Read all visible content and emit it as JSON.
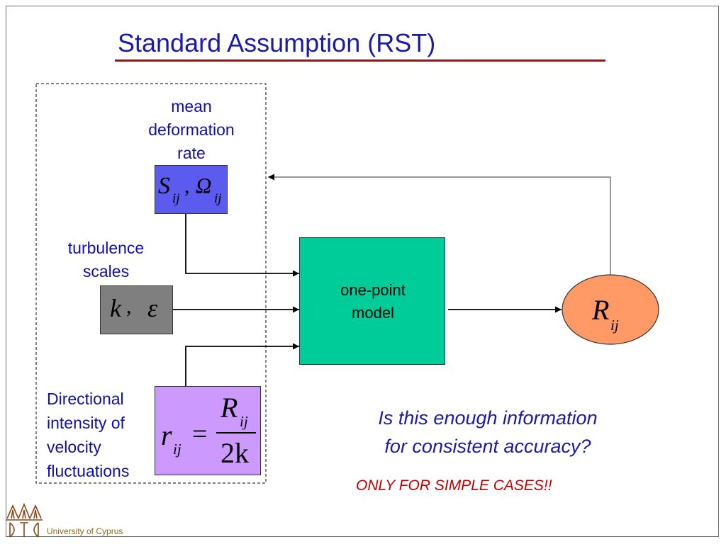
{
  "slide": {
    "title": "Standard Assumption (RST)",
    "footer": "University of Cyprus"
  },
  "inputs": {
    "mean_deformation": {
      "label_lines": [
        "mean",
        "deformation",
        "rate"
      ],
      "symbol_1": "S",
      "symbol_1_sub": "ij",
      "separator": ",",
      "symbol_2": "Ω",
      "symbol_2_sub": "ij",
      "color": "#5b5bf0"
    },
    "turbulence_scales": {
      "label_lines": [
        "turbulence",
        "scales"
      ],
      "symbol_1": "k",
      "separator": ",",
      "symbol_2": "ε",
      "color": "#7f7f7f"
    },
    "directional_intensity": {
      "label_lines": [
        "Directional",
        "intensity of",
        "velocity",
        "fluctuations"
      ],
      "lhs": "r",
      "lhs_sub": "ij",
      "equals": "=",
      "numerator": "R",
      "numerator_sub": "ij",
      "denominator": "2k",
      "color": "#cc99ff"
    }
  },
  "model": {
    "label_lines": [
      "one-point",
      "model"
    ],
    "color": "#00cc99"
  },
  "output": {
    "symbol": "R",
    "symbol_sub": "ij",
    "color": "#ff9966"
  },
  "question": {
    "lines": [
      "Is this enough information",
      "for  consistent accuracy?"
    ],
    "answer": "ONLY FOR SIMPLE CASES!!"
  }
}
